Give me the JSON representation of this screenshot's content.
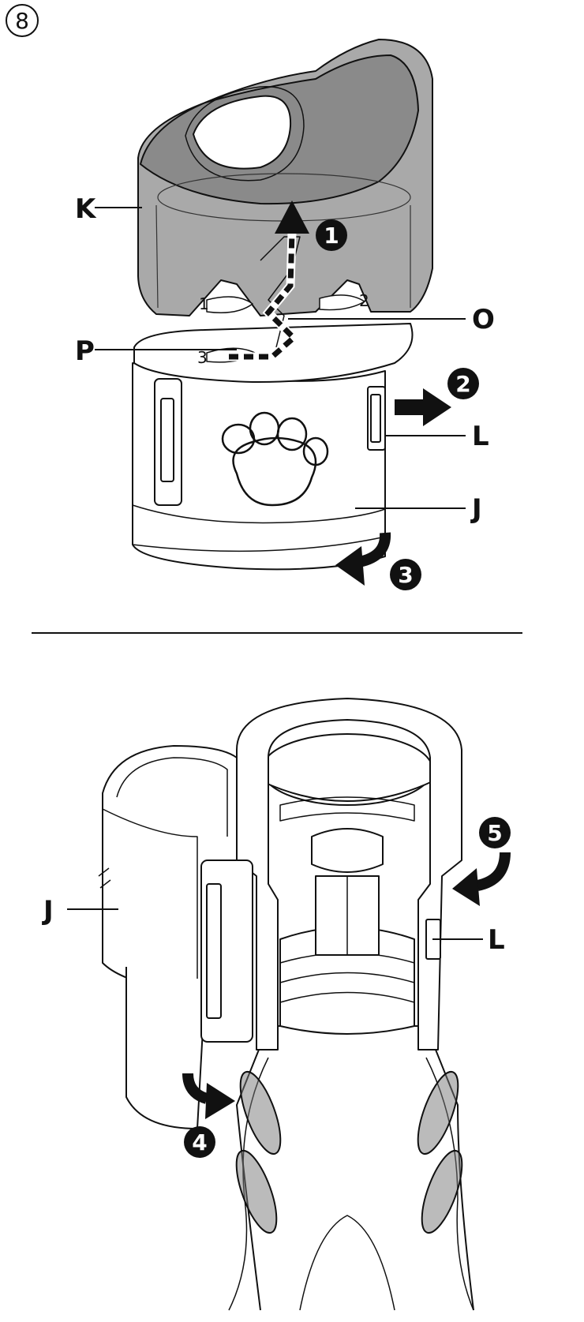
{
  "figure_number": "8",
  "labels": {
    "k": "K",
    "o": "O",
    "p": "P",
    "l_top": "L",
    "j_top": "J",
    "j_bottom": "J",
    "l_bottom": "L"
  },
  "steps": {
    "s1": "1",
    "s2": "2",
    "s3": "3",
    "s4": "4",
    "s5": "5"
  },
  "markings": {
    "m1": "1",
    "m2": "2",
    "m3": "3"
  }
}
